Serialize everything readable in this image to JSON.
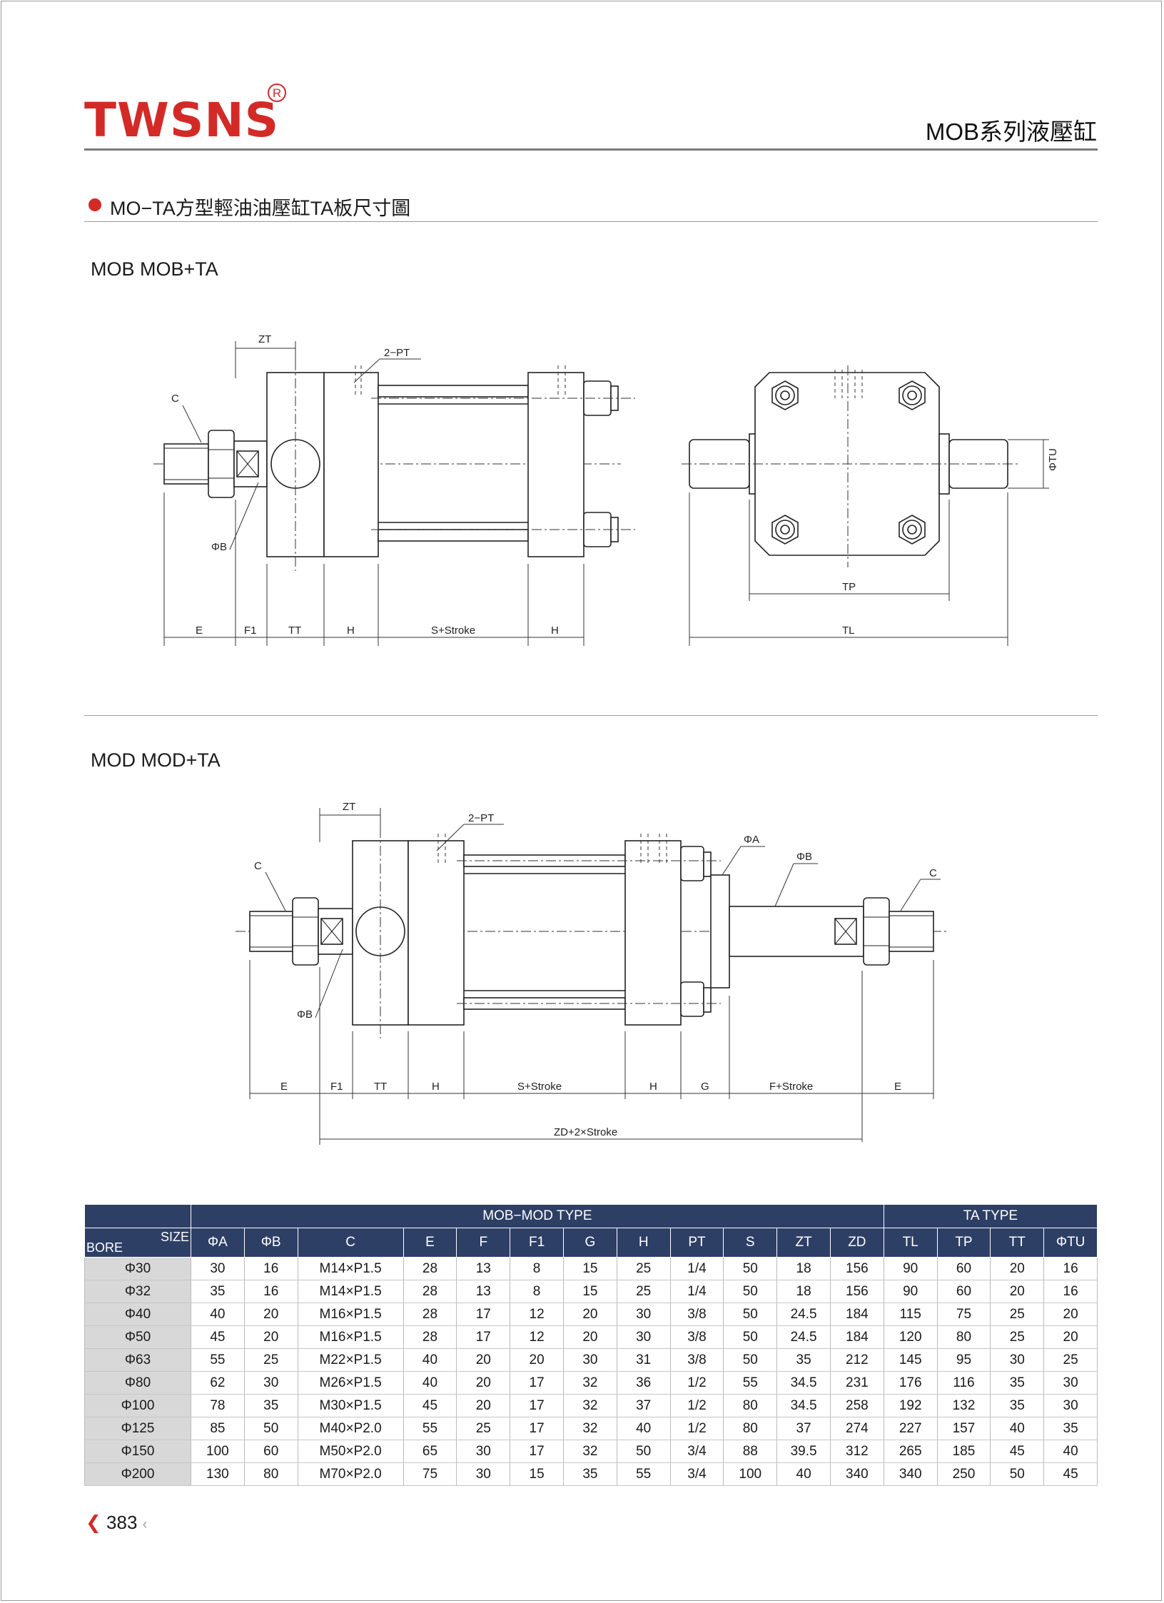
{
  "brand": {
    "name": "TWSNS",
    "registered_mark": "R"
  },
  "header": {
    "series_title": "MOB系列液壓缸"
  },
  "section": {
    "title": "MO−TA方型輕油油壓缸TA板尺寸圖"
  },
  "drawing_mob": {
    "title": "MOB  MOB+TA",
    "labels": {
      "zt": "ZT",
      "pt": "2−PT",
      "c": "C",
      "b": "ΦB",
      "tu": "ΦTU",
      "tp": "TP",
      "tl": "TL",
      "e": "E",
      "f1": "F1",
      "tt": "TT",
      "h": "H",
      "s_stroke": "S+Stroke",
      "h2": "H"
    }
  },
  "drawing_mod": {
    "title": "MOD  MOD+TA",
    "labels": {
      "zt": "ZT",
      "pt": "2−PT",
      "c": "C",
      "c2": "C",
      "a": "ΦA",
      "b": "ΦB",
      "b2": "ΦB",
      "e": "E",
      "f1": "F1",
      "tt": "TT",
      "h": "H",
      "s_stroke": "S+Stroke",
      "h2": "H",
      "g": "G",
      "f_stroke": "F+Stroke",
      "e2": "E",
      "zd": "ZD+2×Stroke"
    }
  },
  "table": {
    "group_mob": "MOB−MOD TYPE",
    "group_ta": "TA TYPE",
    "corner_size": "SIZE",
    "corner_bore": "BORE",
    "columns": [
      "ΦA",
      "ΦB",
      "C",
      "E",
      "F",
      "F1",
      "G",
      "H",
      "PT",
      "S",
      "ZT",
      "ZD",
      "TL",
      "TP",
      "TT",
      "ΦTU"
    ],
    "rows": [
      [
        "Φ30",
        "30",
        "16",
        "M14×P1.5",
        "28",
        "13",
        "8",
        "15",
        "25",
        "1/4",
        "50",
        "18",
        "156",
        "90",
        "60",
        "20",
        "16"
      ],
      [
        "Φ32",
        "35",
        "16",
        "M14×P1.5",
        "28",
        "13",
        "8",
        "15",
        "25",
        "1/4",
        "50",
        "18",
        "156",
        "90",
        "60",
        "20",
        "16"
      ],
      [
        "Φ40",
        "40",
        "20",
        "M16×P1.5",
        "28",
        "17",
        "12",
        "20",
        "30",
        "3/8",
        "50",
        "24.5",
        "184",
        "115",
        "75",
        "25",
        "20"
      ],
      [
        "Φ50",
        "45",
        "20",
        "M16×P1.5",
        "28",
        "17",
        "12",
        "20",
        "30",
        "3/8",
        "50",
        "24.5",
        "184",
        "120",
        "80",
        "25",
        "20"
      ],
      [
        "Φ63",
        "55",
        "25",
        "M22×P1.5",
        "40",
        "20",
        "20",
        "30",
        "31",
        "3/8",
        "50",
        "35",
        "212",
        "145",
        "95",
        "30",
        "25"
      ],
      [
        "Φ80",
        "62",
        "30",
        "M26×P1.5",
        "40",
        "20",
        "17",
        "32",
        "36",
        "1/2",
        "55",
        "34.5",
        "231",
        "176",
        "116",
        "35",
        "30"
      ],
      [
        "Φ100",
        "78",
        "35",
        "M30×P1.5",
        "45",
        "20",
        "17",
        "32",
        "37",
        "1/2",
        "80",
        "34.5",
        "258",
        "192",
        "132",
        "35",
        "30"
      ],
      [
        "Φ125",
        "85",
        "50",
        "M40×P2.0",
        "55",
        "25",
        "17",
        "32",
        "40",
        "1/2",
        "80",
        "37",
        "274",
        "227",
        "157",
        "40",
        "35"
      ],
      [
        "Φ150",
        "100",
        "60",
        "M50×P2.0",
        "65",
        "30",
        "17",
        "32",
        "50",
        "3/4",
        "88",
        "39.5",
        "312",
        "265",
        "185",
        "45",
        "40"
      ],
      [
        "Φ200",
        "130",
        "80",
        "M70×P2.0",
        "75",
        "30",
        "15",
        "35",
        "55",
        "3/4",
        "100",
        "40",
        "340",
        "340",
        "250",
        "50",
        "45"
      ]
    ]
  },
  "footer": {
    "page_number": "383",
    "prev_glyph": "❮",
    "next_glyph": "‹"
  },
  "colors": {
    "brand_red": "#d42a27",
    "table_header": "#2e3f66",
    "bore_cell": "#d8d8d8"
  }
}
